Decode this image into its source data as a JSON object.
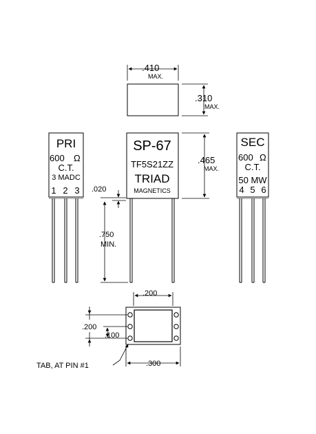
{
  "top_view": {
    "width_dim": ".410",
    "width_note": "MAX.",
    "depth_dim": ".310",
    "depth_note": "MAX."
  },
  "primary": {
    "title": "PRI",
    "impedance": "600",
    "ohm_symbol": "Ω",
    "tap": "C.T.",
    "current": "3 MADC",
    "pins": [
      "1",
      "2",
      "3"
    ]
  },
  "body": {
    "model": "SP-67",
    "part_number": "TF5S21ZZ",
    "brand": "TRIAD",
    "brand_sub": "MAGNETICS",
    "height_dim": ".465",
    "height_note": "MAX."
  },
  "secondary": {
    "title": "SEC",
    "impedance": "600",
    "ohm_symbol": "Ω",
    "tap": "C.T.",
    "power": "50 MW",
    "pins": [
      "4",
      "5",
      "6"
    ]
  },
  "side_dims": {
    "standoff": ".020",
    "lead_length": ".750",
    "lead_note": "MIN."
  },
  "bottom_view": {
    "pin_spacing_x": ".200",
    "row_spacing": ".200",
    "pin_pitch": ".100",
    "footprint": ".300",
    "tab_note": "TAB, AT PIN #1"
  }
}
